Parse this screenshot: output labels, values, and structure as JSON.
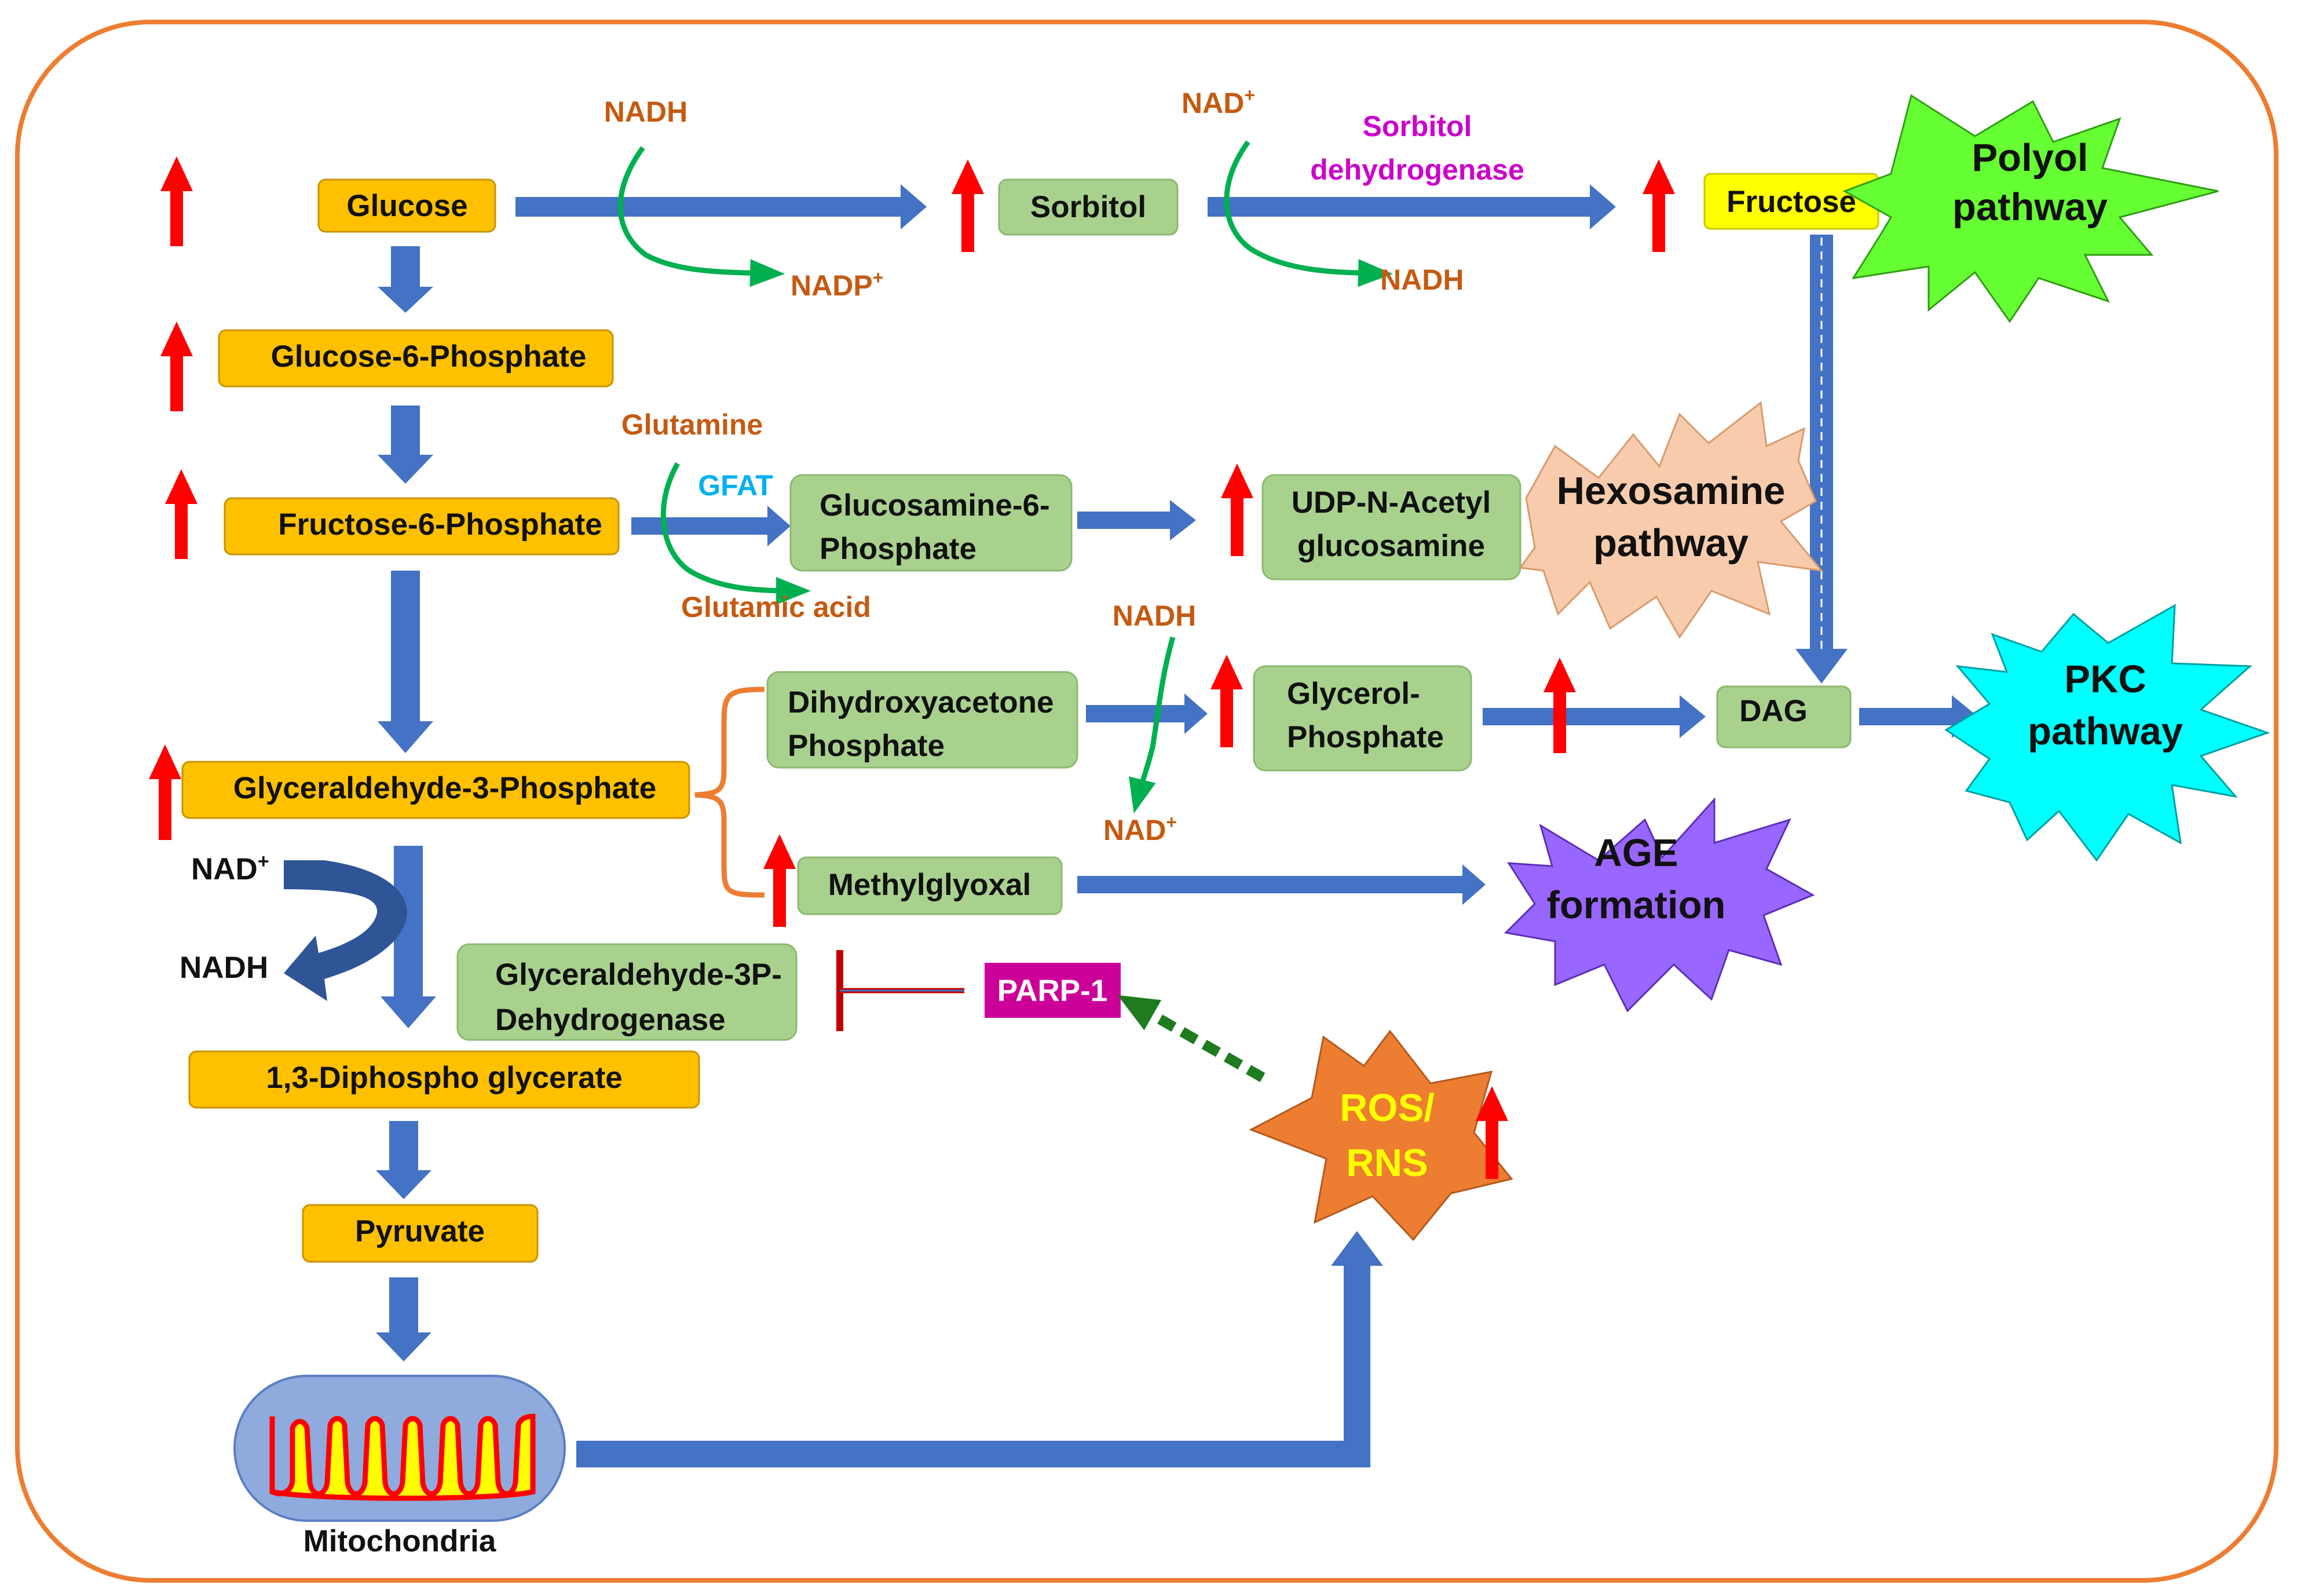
{
  "colors": {
    "frame": "#ed7d31",
    "arrow": "#4472c4",
    "up_arrow": "#ff0000",
    "yellow_box": "#ffc000",
    "green_box": "#a9d18e",
    "fructose_box": "#ffff00",
    "cofactor_text": "#c55a11",
    "cofactor_arc": "#00b050",
    "gfat_text": "#00b0f0",
    "sorbitol_dh_text": "#cc00cc",
    "parp_box": "#cc0099",
    "polyol_burst": "#66ff33",
    "hexosamine_burst": "#f8cbad",
    "pkc_burst": "#00ffff",
    "age_burst": "#9966ff",
    "ros_burst": "#ed7d31",
    "ros_text": "#ffff00",
    "mito_outer": "#8faadc",
    "mito_inner": "#ffff00",
    "mito_inner_edge": "#ff0000",
    "inhibit": "#c00000",
    "dashed": "#1e7b1e"
  },
  "icons": {
    "increase": "up-arrow-icon",
    "organelle": "mitochondria-icon",
    "inhibition": "inhibition-bar-icon"
  },
  "glycolysis": {
    "glucose": "Glucose",
    "g6p": "Glucose-6-Phosphate",
    "f6p": "Fructose-6-Phosphate",
    "gap": "Glyceraldehyde-3-Phosphate",
    "bpg": "1,3-Diphospho glycerate",
    "pyruvate": "Pyruvate"
  },
  "polyol": {
    "sorbitol": "Sorbitol",
    "fructose": "Fructose",
    "enzyme_line1": "Sorbitol",
    "enzyme_line2": "dehydrogenase",
    "nadh_in": "NADH",
    "nadp_out": "NADP",
    "nad_in": "NAD",
    "nadh_out": "NADH",
    "pathway_line1": "Polyol",
    "pathway_line2": "pathway"
  },
  "hexosamine": {
    "glutamine": "Glutamine",
    "gfat": "GFAT",
    "glutamic_acid": "Glutamic acid",
    "gln6p_line1": "Glucosamine-6-",
    "gln6p_line2": "Phosphate",
    "udp_line1": "UDP-N-Acetyl",
    "udp_line2": "glucosamine",
    "pathway_line1": "Hexosamine",
    "pathway_line2": "pathway"
  },
  "pkc": {
    "dhap_line1": "Dihydroxyacetone",
    "dhap_line2": "Phosphate",
    "nadh_in": "NADH",
    "nad_out": "NAD",
    "g3p_line1": "Glycerol-",
    "g3p_line2": "Phosphate",
    "dag": "DAG",
    "pathway_line1": "PKC",
    "pathway_line2": "pathway"
  },
  "age": {
    "methylglyoxal": "Methylglyoxal",
    "pathway_line1": "AGE",
    "pathway_line2": "formation"
  },
  "gapdh": {
    "nad_in": "NAD",
    "nadh_out": "NADH",
    "enzyme_line1": "Glyceraldehyde-3P-",
    "enzyme_line2": "Dehydrogenase",
    "parp": "PARP-1"
  },
  "mito": {
    "label": "Mitochondria",
    "ros_line1": "ROS/",
    "ros_line2": "RNS"
  },
  "superscripts": {
    "plus": "+"
  }
}
